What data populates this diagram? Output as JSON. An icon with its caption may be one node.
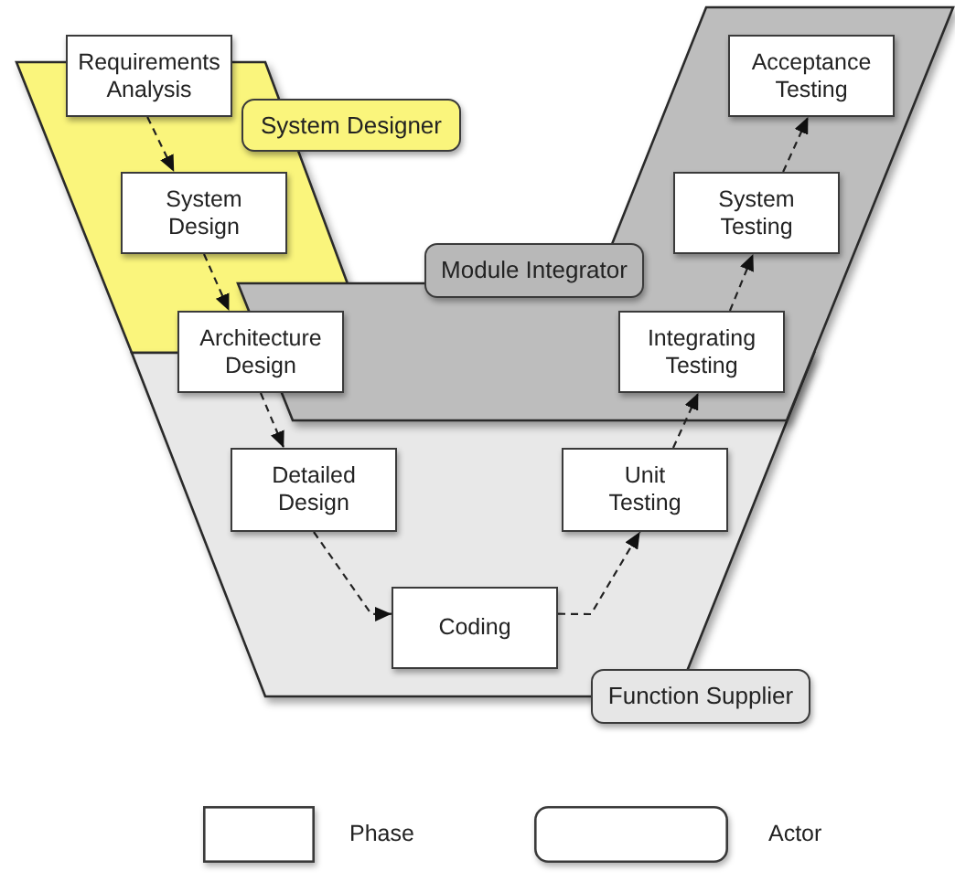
{
  "diagram": {
    "nodes": [
      {
        "text": [
          "Requirements Analysis"
        ]
      },
      {
        "text": [
          "Acceptance Testing"
        ]
      },
      {
        "text": [
          "System Designer"
        ]
      },
      {
        "text": [
          "System Design"
        ]
      },
      {
        "text": [
          "System Testing"
        ]
      },
      {
        "text": [
          "Module Integrator"
        ]
      },
      {
        "text": [
          "Architecture Design"
        ]
      },
      {
        "text": [
          "Integrating Testing"
        ]
      },
      {
        "text": [
          "Detailed Design"
        ]
      },
      {
        "text": [
          "Unit Testing"
        ]
      },
      {
        "text": [
          "Coding"
        ]
      },
      {
        "text": [
          "Function Supplier"
        ]
      }
    ],
    "edges": [
      {
        "from": 0,
        "to": 3,
        "arrow": "to",
        "style": "dashed"
      },
      {
        "from": 3,
        "to": 6,
        "arrow": "to",
        "style": "dashed"
      },
      {
        "from": 6,
        "to": 8,
        "arrow": "to",
        "style": "dashed"
      },
      {
        "from": 8,
        "to": 10,
        "arrow": "to",
        "style": "dashed"
      },
      {
        "from": 10,
        "to": 9,
        "arrow": "to",
        "style": "dashed"
      },
      {
        "from": 9,
        "to": 7,
        "arrow": "to",
        "style": "dashed"
      },
      {
        "from": 7,
        "to": 4,
        "arrow": "to",
        "style": "dashed"
      },
      {
        "from": 4,
        "to": 1,
        "arrow": "to",
        "style": "dashed"
      }
    ],
    "legend": [
      {
        "text": "Phase"
      },
      {
        "text": "Actor"
      }
    ]
  }
}
